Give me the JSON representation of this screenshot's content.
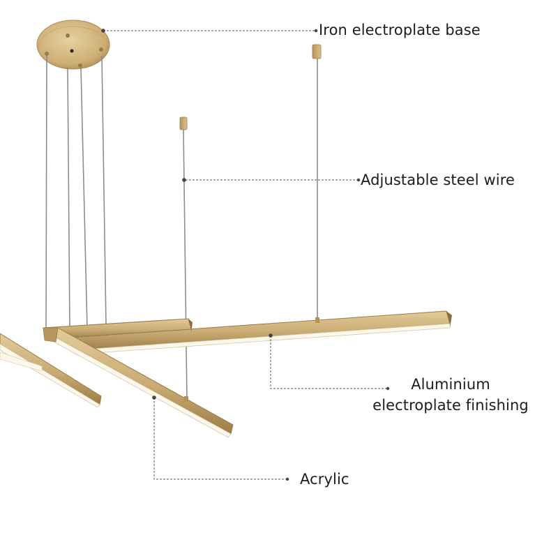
{
  "product": {
    "image_name": "linear-brass-pendant-chandelier",
    "colors": {
      "brass_light": "#d9bf8c",
      "brass_mid": "#c4a46e",
      "brass_dark": "#8a6d3e",
      "diffuser": "#fbf7ea",
      "wire": "#8c8c8c",
      "label_text": "#1c1c1c",
      "leader_line": "#555555"
    }
  },
  "callouts": {
    "base": "Iron electroplate base",
    "wire": "Adjustable steel wire",
    "finish_line1": "Aluminium",
    "finish_line2": "electroplate finishing",
    "acrylic": "Acrylic"
  }
}
